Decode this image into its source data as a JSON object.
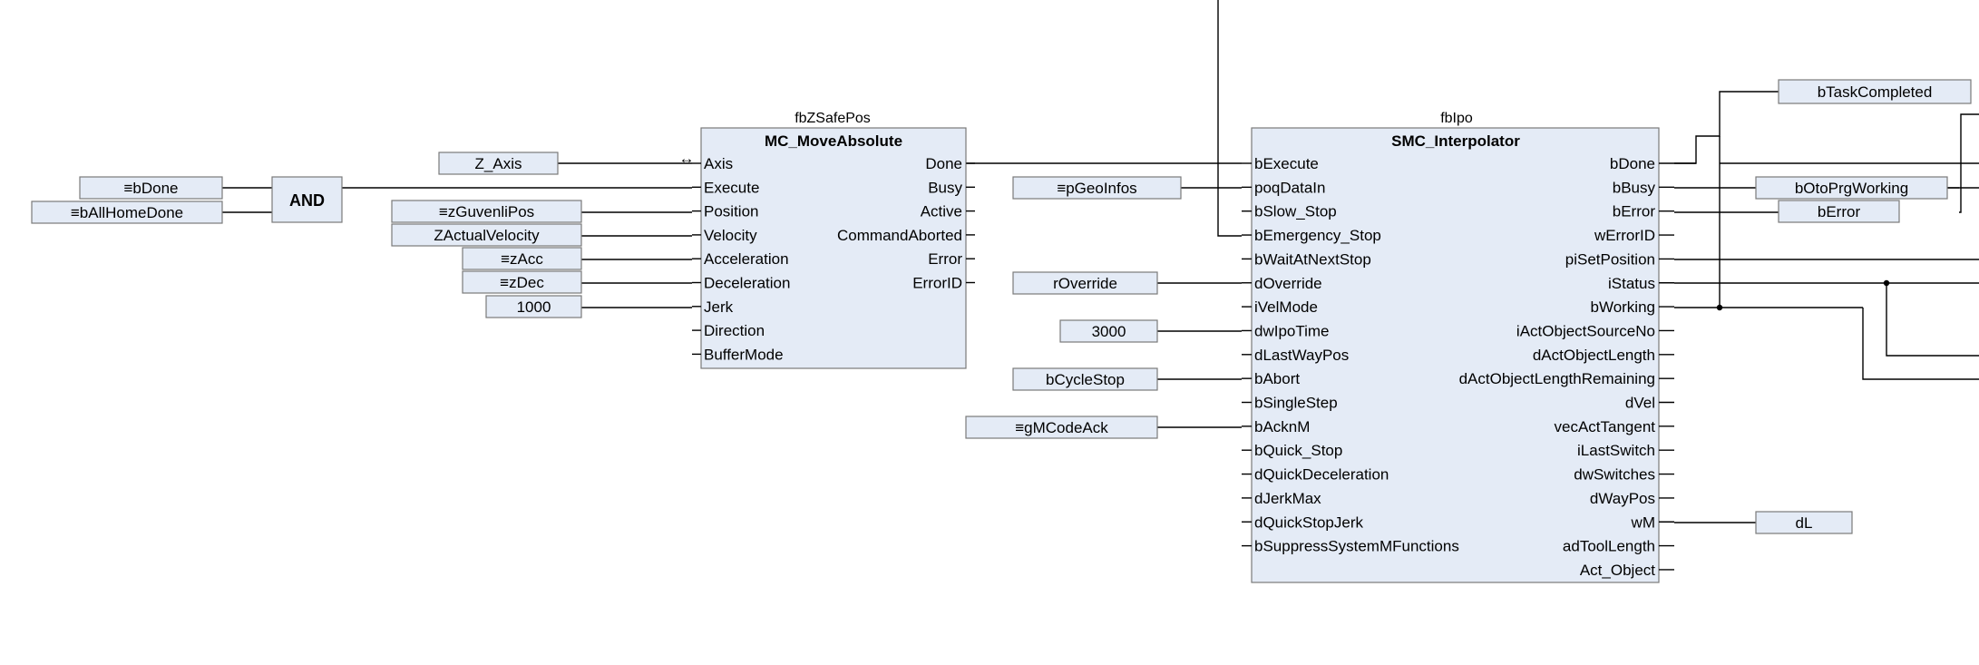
{
  "and_block": {
    "label": "AND"
  },
  "and_inputs": [
    "≡bDone",
    "≡bAllHomeDone"
  ],
  "fb1": {
    "instance": "fbZSafePos",
    "type": "MC_MoveAbsolute",
    "inputs": [
      "Axis",
      "Execute",
      "Position",
      "Velocity",
      "Acceleration",
      "Deceleration",
      "Jerk",
      "Direction",
      "BufferMode"
    ],
    "outputs": [
      "Done",
      "Busy",
      "Active",
      "CommandAborted",
      "Error",
      "ErrorID"
    ],
    "axis_marker": "↔"
  },
  "fb1_input_vars": [
    "Z_Axis",
    "≡zGuvenliPos",
    "ZActualVelocity",
    "≡zAcc",
    "≡zDec",
    "1000"
  ],
  "fb2": {
    "instance": "fbIpo",
    "type": "SMC_Interpolator",
    "inputs": [
      "bExecute",
      "poqDataIn",
      "bSlow_Stop",
      "bEmergency_Stop",
      "bWaitAtNextStop",
      "dOverride",
      "iVelMode",
      "dwIpoTime",
      "dLastWayPos",
      "bAbort",
      "bSingleStep",
      "bAcknM",
      "bQuick_Stop",
      "dQuickDeceleration",
      "dJerkMax",
      "dQuickStopJerk",
      "bSuppressSystemMFunctions"
    ],
    "outputs": [
      "bDone",
      "bBusy",
      "bError",
      "wErrorID",
      "piSetPosition",
      "iStatus",
      "bWorking",
      "iActObjectSourceNo",
      "dActObjectLength",
      "dActObjectLengthRemaining",
      "dVel",
      "vecActTangent",
      "iLastSwitch",
      "dwSwitches",
      "dWayPos",
      "wM",
      "adToolLength",
      "Act_Object"
    ]
  },
  "fb2_input_vars": [
    "≡pGeoInfos",
    "rOverride",
    "3000",
    "bCycleStop",
    "≡gMCodeAck"
  ],
  "fb2_output_vars": [
    "bTaskCompleted",
    "bOtoPrgWorking",
    "bError",
    "dL"
  ]
}
